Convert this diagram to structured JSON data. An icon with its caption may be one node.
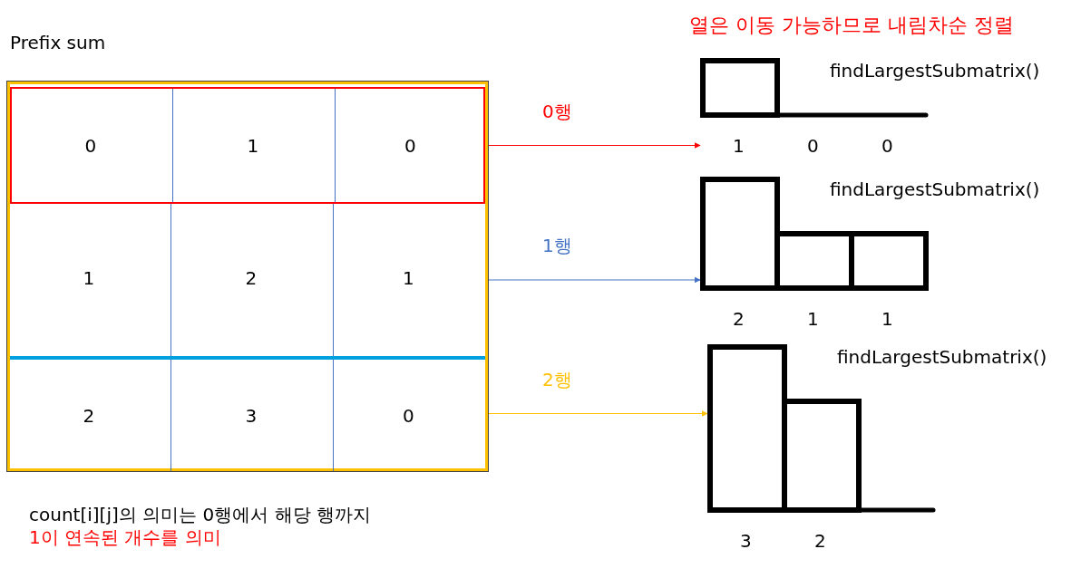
{
  "diagram": {
    "nodes": [
      {
        "text": [
          "Prefix sum"
        ]
      },
      {
        "text": [
          "0",
          "1",
          "0"
        ],
        "in": 0
      },
      {
        "text": [
          "1",
          "2",
          "1"
        ],
        "in": 0
      },
      {
        "text": [
          "2",
          "3",
          "0"
        ],
        "in": 0
      },
      {
        "text": [
          "findLargestSubmatrix()"
        ],
        "beside": [
          "1",
          "0",
          "0"
        ]
      },
      {
        "text": [
          "findLargestSubmatrix()"
        ],
        "beside": [
          "2",
          "1",
          "1"
        ]
      },
      {
        "text": [
          "findLargestSubmatrix()"
        ],
        "beside": [
          "3",
          "2"
        ]
      }
    ],
    "edges": [
      {
        "from": 1,
        "to": 4,
        "arrow": "to",
        "label": "0행",
        "color": "#ff0000"
      },
      {
        "from": 2,
        "to": 5,
        "arrow": "to",
        "label": "1행",
        "color": "#4472c4"
      },
      {
        "from": 3,
        "to": 6,
        "arrow": "to",
        "label": "2행",
        "color": "#ffc000"
      }
    ],
    "labels": [
      "열은 이동 가능하므로 내림차순 정렬",
      "count[i][j]의 의미는 0행에서 해당 행까지",
      "1이 연속된 개수를 의미"
    ]
  }
}
